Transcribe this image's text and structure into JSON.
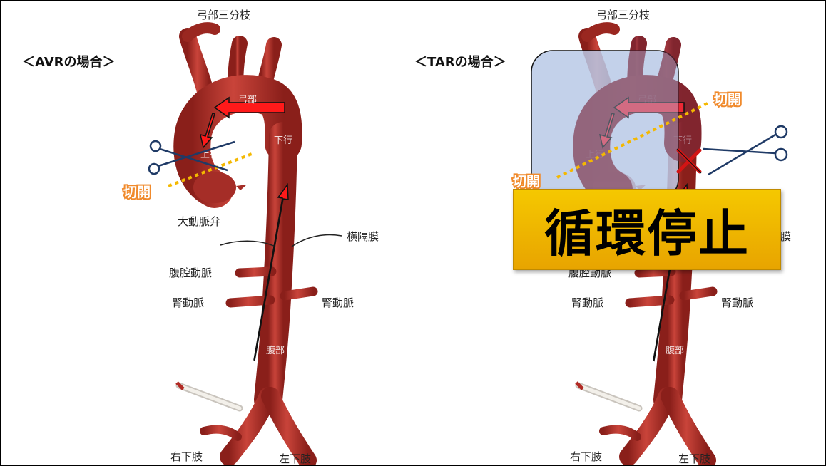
{
  "left_panel": {
    "title": "＜AVRの場合＞",
    "labels": {
      "arch_branches": "弓部三分枝",
      "arch": "弓部",
      "ascending": "上行",
      "descending": "下行",
      "valve": "大動脈弁",
      "diaphragm": "横隔膜",
      "celiac": "腹腔動脈",
      "renal_left": "腎動脈",
      "renal_right": "腎動脈",
      "abdominal": "腹部",
      "leg_right": "右下肢",
      "leg_left": "左下肢"
    },
    "cut_label": "切開"
  },
  "right_panel": {
    "title": "＜TARの場合＞",
    "labels": {
      "arch_branches": "弓部三分枝",
      "arch": "弓部",
      "ascending": "上行",
      "descending": "下行",
      "diaphragm_partial": "膜",
      "celiac": "腹腔動脈",
      "renal_left": "腎動脈",
      "renal_right": "腎動脈",
      "abdominal": "腹部",
      "leg_right": "右下肢",
      "leg_left": "左下肢"
    },
    "cut_label_top": "切開",
    "cut_label_left": "切開",
    "badge": "循環停止"
  },
  "colors": {
    "artery": "#b3302a",
    "artery_dark": "#7e1c18",
    "arrow_fill": "#ff1a1a",
    "cut_line": "#f4b800",
    "cut_text": "#f08a2c",
    "scissors": "#1f3a66",
    "overlay": "#b9c9e6",
    "badge": "#f2bd00"
  },
  "icons": [
    "scissors-icon",
    "cross-mark-icon",
    "catheter-icon",
    "flow-arrow-icon"
  ]
}
